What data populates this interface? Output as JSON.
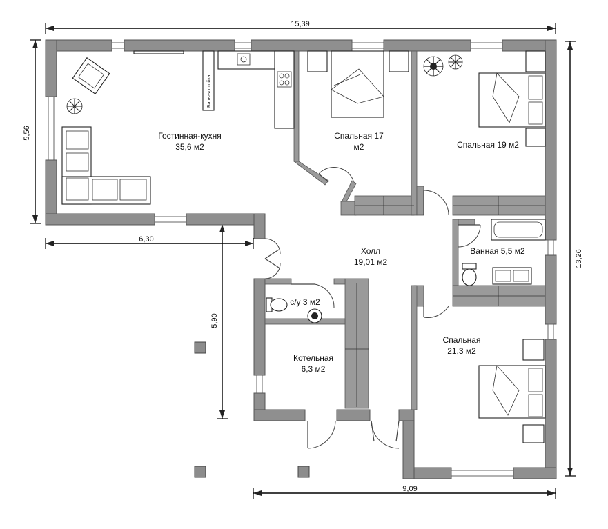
{
  "rooms": [
    {
      "id": "living",
      "name": "Гостинная-кухня",
      "area": "35,6 м2"
    },
    {
      "id": "bed17",
      "name": "Спальная 17",
      "area": "м2"
    },
    {
      "id": "bed19",
      "name": "Спальная 19 м2"
    },
    {
      "id": "hall",
      "name": "Холл",
      "area": "19,01 м2"
    },
    {
      "id": "bath",
      "name": "Ванная 5,5 м2"
    },
    {
      "id": "wc",
      "name": "с/у 3 м2"
    },
    {
      "id": "boiler",
      "name": "Котельная",
      "area": "6,3 м2"
    },
    {
      "id": "bed21",
      "name": "Спальная",
      "area": "21,3 м2"
    }
  ],
  "fixtures": {
    "bar_counter": "Барная стойка"
  },
  "dimensions": {
    "top": "15,39",
    "left": "5,56",
    "right": "13,26",
    "middle_horizontal": "6,30",
    "middle_vertical": "5,90",
    "bottom": "9,09"
  }
}
